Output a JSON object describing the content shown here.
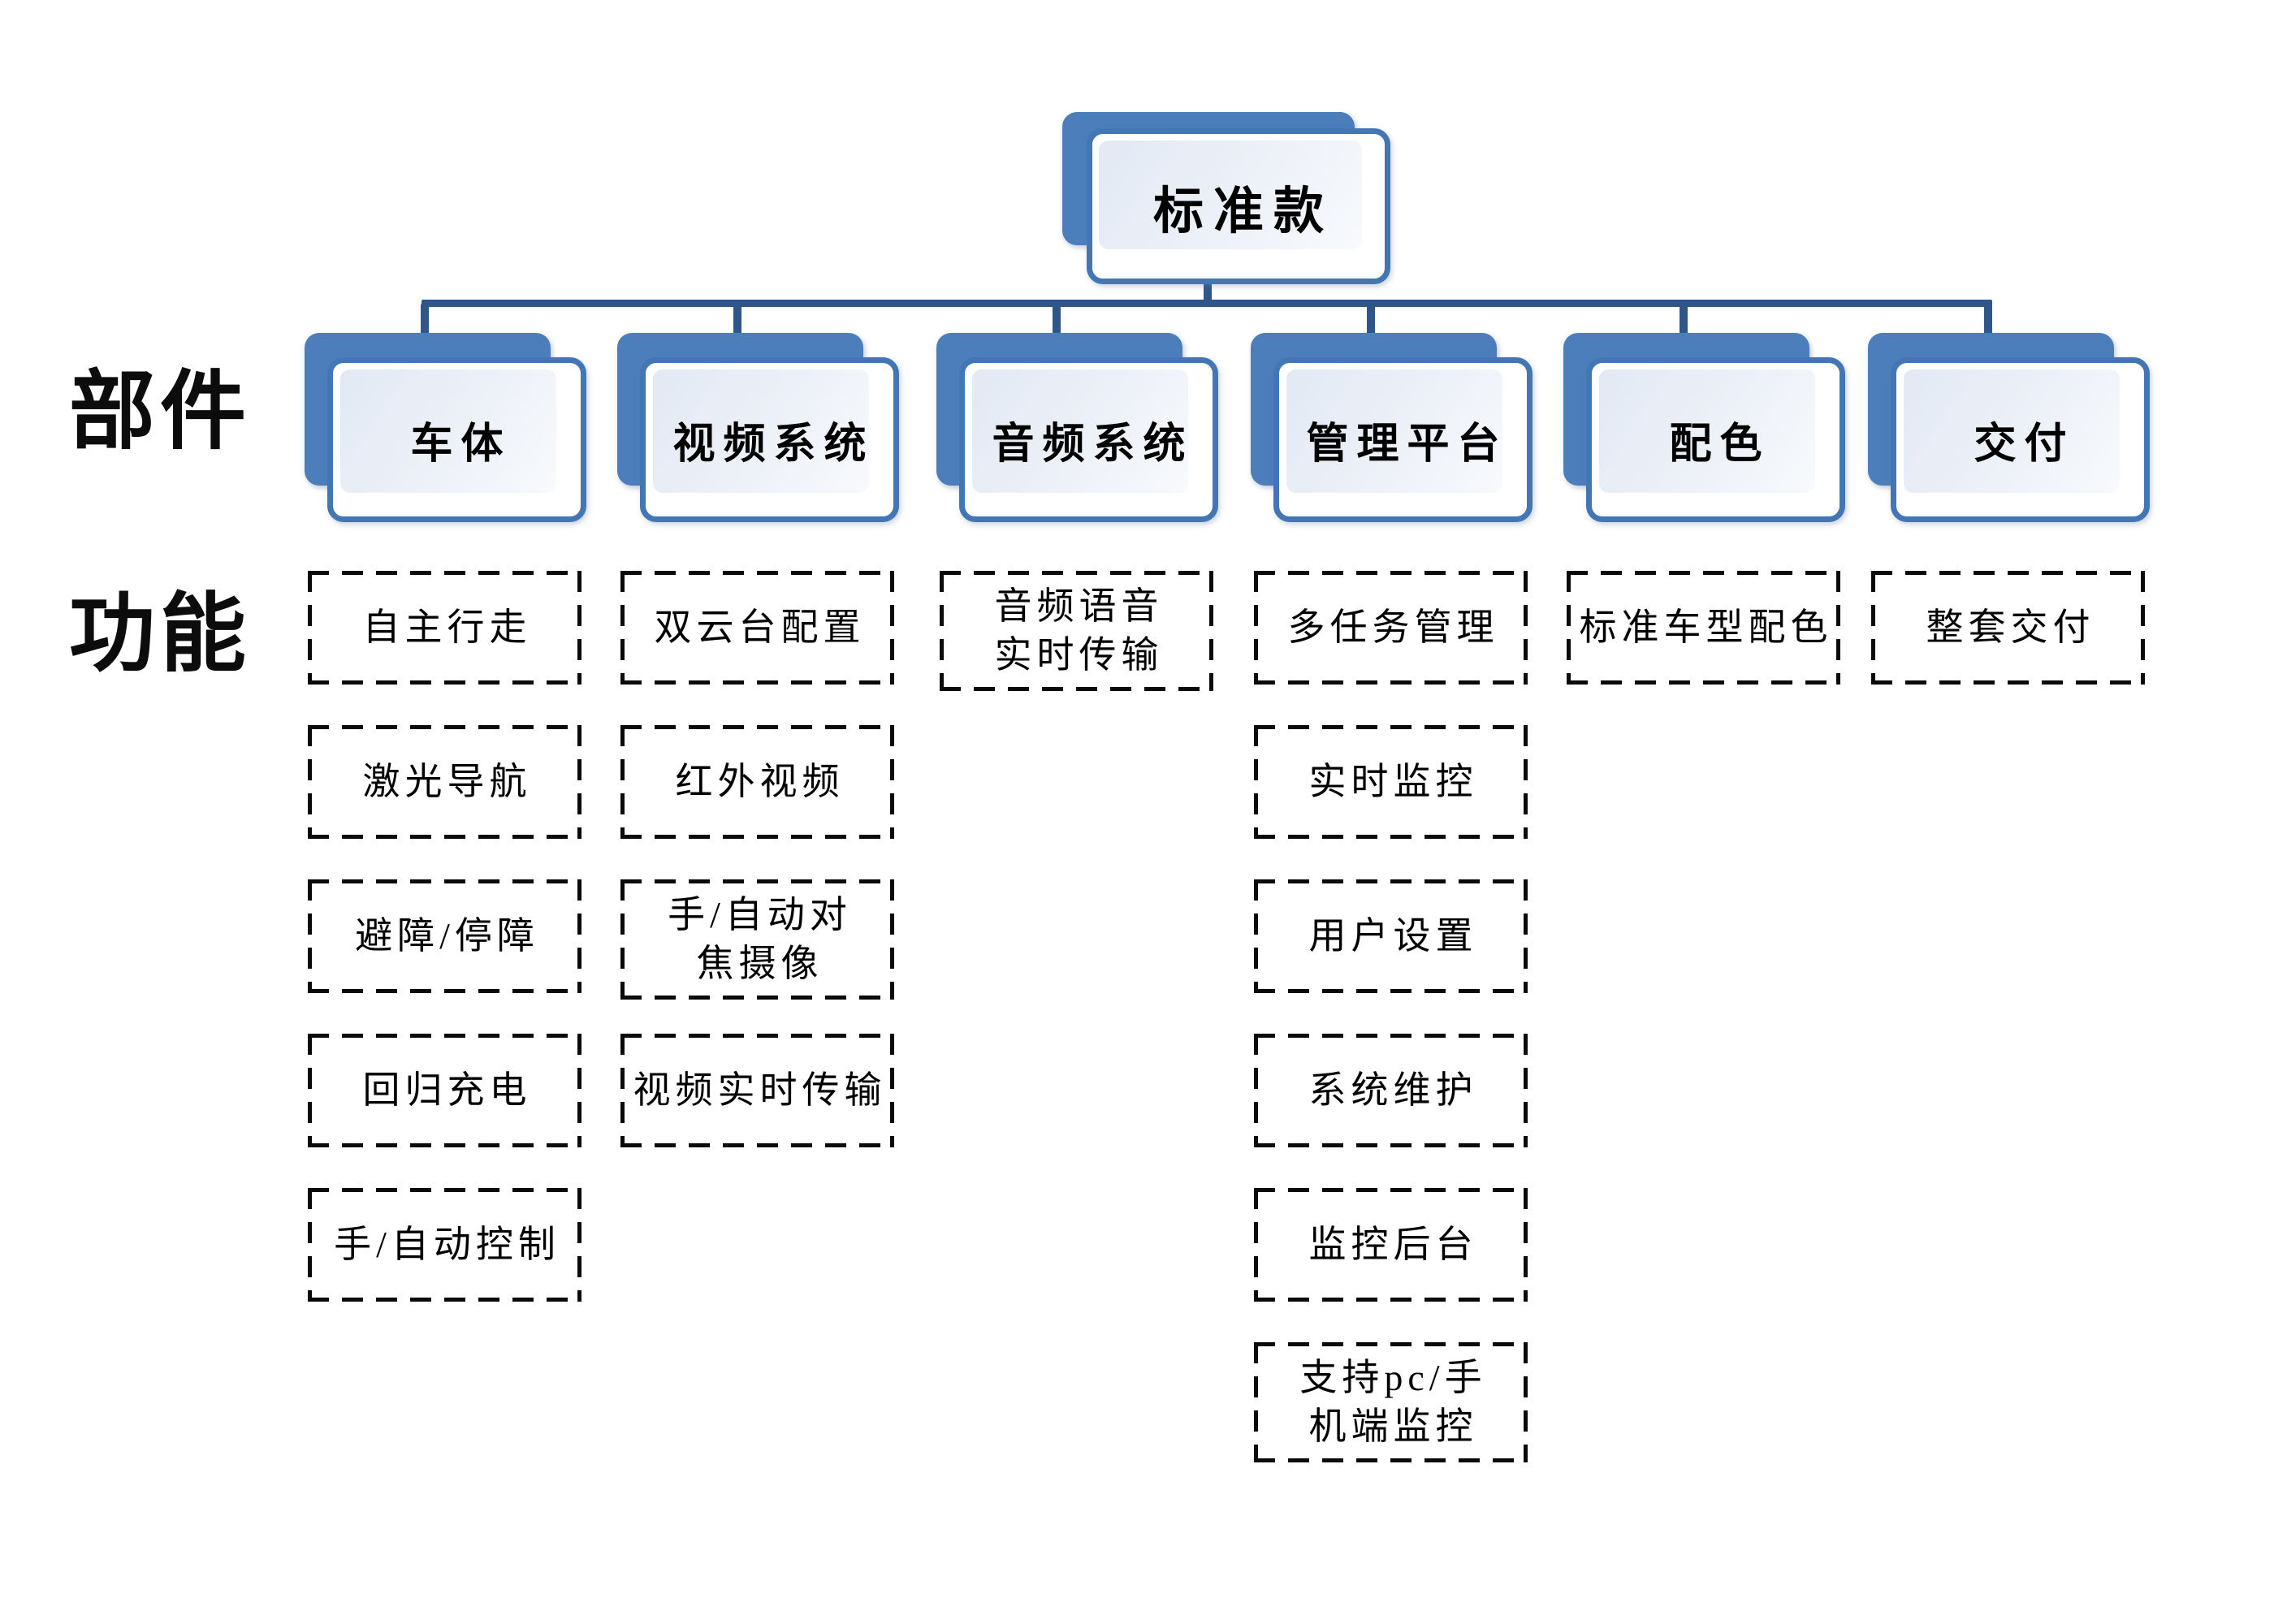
{
  "diagram": {
    "root": {
      "label": "标准款"
    },
    "row_labels": {
      "components": "部件",
      "functions": "功能"
    },
    "columns": [
      {
        "label": "车体",
        "functions": [
          "自主行走",
          "激光导航",
          "避障/停障",
          "回归充电",
          "手/自动控制"
        ]
      },
      {
        "label": "视频系统",
        "functions": [
          "双云台配置",
          "红外视频",
          "手/自动对\n焦摄像",
          "视频实时传输"
        ]
      },
      {
        "label": "音频系统",
        "functions": [
          "音频语音\n实时传输"
        ]
      },
      {
        "label": "管理平台",
        "functions": [
          "多任务管理",
          "实时监控",
          "用户设置",
          "系统维护",
          "监控后台",
          "支持pc/手\n机端监控"
        ]
      },
      {
        "label": "配色",
        "functions": [
          "标准车型配色"
        ]
      },
      {
        "label": "交付",
        "functions": [
          "整套交付"
        ]
      }
    ],
    "colors": {
      "node_blue": "#4b7ebb",
      "node_border": "#4376b4",
      "connector_blue": "#2e5689",
      "panel_light_1": "#e2e9f4",
      "panel_light_2": "#edf1f8",
      "panel_light_3": "#f8fafd",
      "dash_black": "#0a0a0a"
    }
  }
}
